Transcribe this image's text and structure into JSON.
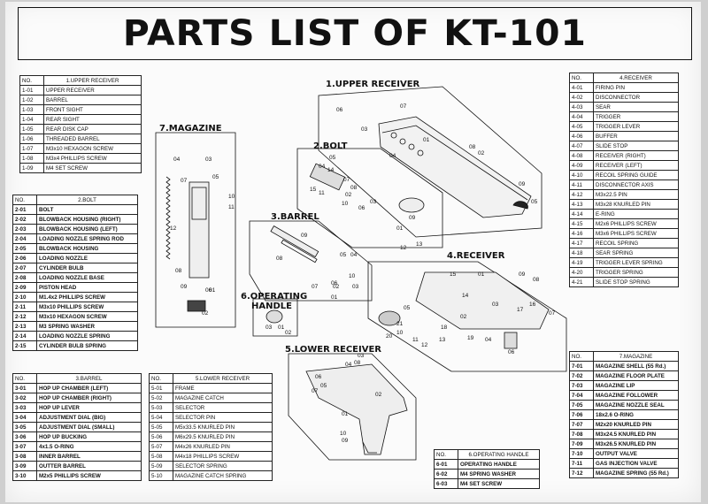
{
  "title": "PARTS LIST OF KT-101",
  "section_labels": {
    "upper_receiver": "1.UPPER RECEIVER",
    "bolt": "2.BOLT",
    "magazine": "7.MAGAZINE",
    "barrel": "3.BARREL",
    "receiver": "4.RECEIVER",
    "operating_handle_1": "6.OPERATING",
    "operating_handle_2": "HANDLE",
    "lower_receiver": "5.LOWER RECEIVER"
  },
  "tables": {
    "upper_receiver": {
      "header": {
        "no": "NO.",
        "name": "1.UPPER RECEIVER"
      },
      "rows": [
        {
          "no": "1-01",
          "name": "UPPER RECEIVER"
        },
        {
          "no": "1-02",
          "name": "BARREL"
        },
        {
          "no": "1-03",
          "name": "FRONT SIGHT"
        },
        {
          "no": "1-04",
          "name": "REAR SIGHT"
        },
        {
          "no": "1-05",
          "name": "REAR DISK CAP"
        },
        {
          "no": "1-06",
          "name": "THREADED BARREL"
        },
        {
          "no": "1-07",
          "name": "M3x10 HEXAGON SCREW"
        },
        {
          "no": "1-08",
          "name": "M3x4 PHILLIPS SCREW"
        },
        {
          "no": "1-09",
          "name": "M4 SET SCREW"
        }
      ]
    },
    "bolt": {
      "header": {
        "no": "NO.",
        "name": "2.BOLT"
      },
      "rows": [
        {
          "no": "2-01",
          "name": "BOLT"
        },
        {
          "no": "2-02",
          "name": "BLOWBACK HOUSING (RIGHT)"
        },
        {
          "no": "2-03",
          "name": "BLOWBACK HOUSING (LEFT)"
        },
        {
          "no": "2-04",
          "name": "LOADING NOZZLE SPRING ROD"
        },
        {
          "no": "2-05",
          "name": "BLOWBACK HOUSING"
        },
        {
          "no": "2-06",
          "name": "LOADING NOZZLE"
        },
        {
          "no": "2-07",
          "name": "CYLINDER BULB"
        },
        {
          "no": "2-08",
          "name": "LOADING NOZZLE BASE"
        },
        {
          "no": "2-09",
          "name": "PISTON HEAD"
        },
        {
          "no": "2-10",
          "name": "M1.4x2 PHILLIPS SCREW"
        },
        {
          "no": "2-11",
          "name": "M3x10 PHILLIPS SCREW"
        },
        {
          "no": "2-12",
          "name": "M3x10 HEXAGON SCREW"
        },
        {
          "no": "2-13",
          "name": "M3 SPRING WASHER"
        },
        {
          "no": "2-14",
          "name": "LOADING NOZZLE SPRING"
        },
        {
          "no": "2-15",
          "name": "CYLINDER BULB SPRING"
        }
      ]
    },
    "barrel": {
      "header": {
        "no": "NO.",
        "name": "3.BARREL"
      },
      "rows": [
        {
          "no": "3-01",
          "name": "HOP UP CHAMBER (LEFT)"
        },
        {
          "no": "3-02",
          "name": "HOP UP CHAMBER (RIGHT)"
        },
        {
          "no": "3-03",
          "name": "HOP UP LEVER"
        },
        {
          "no": "3-04",
          "name": "ADJUSTMENT DIAL (BIG)"
        },
        {
          "no": "3-05",
          "name": "ADJUSTMENT DIAL (SMALL)"
        },
        {
          "no": "3-06",
          "name": "HOP UP BUCKING"
        },
        {
          "no": "3-07",
          "name": "4x1.5 O-RING"
        },
        {
          "no": "3-08",
          "name": "INNER BARREL"
        },
        {
          "no": "3-09",
          "name": "OUTTER BARREL"
        },
        {
          "no": "3-10",
          "name": "M2x5 PHILLIPS SCREW"
        }
      ]
    },
    "lower_receiver": {
      "header": {
        "no": "NO.",
        "name": "5.LOWER RECEIVER"
      },
      "rows": [
        {
          "no": "5-01",
          "name": "FRAME"
        },
        {
          "no": "5-02",
          "name": "MAGAZINE CATCH"
        },
        {
          "no": "5-03",
          "name": "SELECTOR"
        },
        {
          "no": "5-04",
          "name": "SELECTOR PIN"
        },
        {
          "no": "5-05",
          "name": "M5x33.5 KNURLED PIN"
        },
        {
          "no": "5-06",
          "name": "M6x29.5 KNURLED PIN"
        },
        {
          "no": "5-07",
          "name": "M4x26 KNURLED PIN"
        },
        {
          "no": "5-08",
          "name": "M4x18 PHILLIPS SCREW"
        },
        {
          "no": "5-09",
          "name": "SELECTOR SPRING"
        },
        {
          "no": "5-10",
          "name": "MAGAZINE CATCH SPRING"
        }
      ]
    },
    "operating_handle": {
      "header": {
        "no": "NO.",
        "name": "6.OPERATING HANDLE"
      },
      "rows": [
        {
          "no": "6-01",
          "name": "OPERATING HANDLE"
        },
        {
          "no": "6-02",
          "name": "M4 SPRING WASHER"
        },
        {
          "no": "6-03",
          "name": "M4 SET SCREW"
        }
      ]
    },
    "receiver": {
      "header": {
        "no": "NO.",
        "name": "4.RECEIVER"
      },
      "rows": [
        {
          "no": "4-01",
          "name": "FIRING PIN"
        },
        {
          "no": "4-02",
          "name": "DISCONNECTOR"
        },
        {
          "no": "4-03",
          "name": "SEAR"
        },
        {
          "no": "4-04",
          "name": "TRIGGER"
        },
        {
          "no": "4-05",
          "name": "TRIGGER LEVER"
        },
        {
          "no": "4-06",
          "name": "BUFFER"
        },
        {
          "no": "4-07",
          "name": "SLIDE STOP"
        },
        {
          "no": "4-08",
          "name": "RECEIVER (RIGHT)"
        },
        {
          "no": "4-09",
          "name": "RECEIVER (LEFT)"
        },
        {
          "no": "4-10",
          "name": "RECOIL SPRING GUIDE"
        },
        {
          "no": "4-11",
          "name": "DISCONNECTOR AXIS"
        },
        {
          "no": "4-12",
          "name": "M3x22.5 PIN"
        },
        {
          "no": "4-13",
          "name": "M3x28 KNURLED PIN"
        },
        {
          "no": "4-14",
          "name": "E-RING"
        },
        {
          "no": "4-15",
          "name": "M2x6 PHILLIPS SCREW"
        },
        {
          "no": "4-16",
          "name": "M3x6 PHILLIPS SCREW"
        },
        {
          "no": "4-17",
          "name": "RECOIL SPRING"
        },
        {
          "no": "4-18",
          "name": "SEAR SPRING"
        },
        {
          "no": "4-19",
          "name": "TRIGGER LEVER SPRING"
        },
        {
          "no": "4-20",
          "name": "TRIGGER SPRING"
        },
        {
          "no": "4-21",
          "name": "SLIDE STOP SPRING"
        }
      ]
    },
    "magazine": {
      "header": {
        "no": "NO.",
        "name": "7.MAGAZINE"
      },
      "rows": [
        {
          "no": "7-01",
          "name": "MAGAZINE SHELL (55 Rd.)"
        },
        {
          "no": "7-02",
          "name": "MAGAZINE FLOOR PLATE"
        },
        {
          "no": "7-03",
          "name": "MAGAZINE LIP"
        },
        {
          "no": "7-04",
          "name": "MAGAZINE FOLLOWER"
        },
        {
          "no": "7-05",
          "name": "MAGAZINE NOZZLE SEAL"
        },
        {
          "no": "7-06",
          "name": "18x2.6 O-RING"
        },
        {
          "no": "7-07",
          "name": "M2x20 KNURLED PIN"
        },
        {
          "no": "7-08",
          "name": "M3x24.5 KNURLED PIN"
        },
        {
          "no": "7-09",
          "name": "M3x26.5 KNURLED PIN"
        },
        {
          "no": "7-10",
          "name": "OUTPUT VALVE"
        },
        {
          "no": "7-11",
          "name": "GAS INJECTION VALVE"
        },
        {
          "no": "7-12",
          "name": "MAGAZINE SPRING (55 Rd.)"
        }
      ]
    }
  },
  "callouts": {
    "upper": [
      "01",
      "02",
      "03",
      "04",
      "05",
      "06",
      "07",
      "08",
      "09"
    ],
    "bolt": [
      "01",
      "02",
      "03",
      "04",
      "05",
      "06",
      "07",
      "08",
      "09",
      "10",
      "11",
      "12",
      "13",
      "14",
      "15"
    ],
    "magazine": [
      "01",
      "02",
      "03",
      "04",
      "05",
      "06",
      "07",
      "08",
      "09",
      "10",
      "11",
      "12"
    ],
    "barrel": [
      "01",
      "02",
      "03",
      "04",
      "05",
      "06",
      "07",
      "08",
      "09",
      "10"
    ],
    "receiver": [
      "01",
      "02",
      "03",
      "04",
      "05",
      "06",
      "07",
      "08",
      "09",
      "10",
      "11",
      "12",
      "13",
      "14",
      "15",
      "16",
      "17",
      "18",
      "19",
      "20",
      "21"
    ],
    "operating": [
      "01",
      "02",
      "03"
    ],
    "lower": [
      "01",
      "02",
      "03",
      "04",
      "05",
      "06",
      "07",
      "08",
      "09",
      "10"
    ]
  }
}
